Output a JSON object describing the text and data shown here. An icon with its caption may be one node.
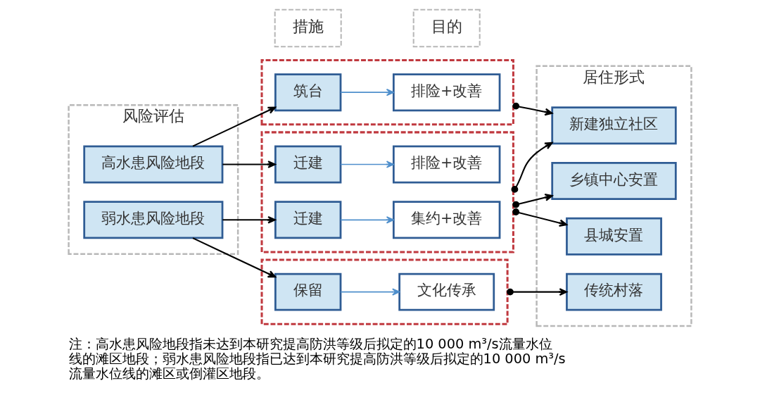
{
  "diagram": {
    "caption": "注：高水患风险地段指未达到本研究提高防洪等级后拟定的10 000 m³/s流量水位线的滩区地段；弱水患风险地段指已达到本研究提高防洪等级后拟定的10 000 m³/s流量水位线的滩区或倒灌区地段。",
    "nodes": [
      {
        "text": [
          "风险评估"
        ]
      },
      {
        "text": [
          "高水患风险地段"
        ],
        "in": 0
      },
      {
        "text": [
          "弱水患风险地段"
        ],
        "in": 0
      },
      {
        "text": [
          "措施"
        ]
      },
      {
        "text": [
          "目的"
        ]
      },
      {
        "text": [],
        "shape": "box"
      },
      {
        "text": [
          "筑台"
        ],
        "in": 5
      },
      {
        "text": [
          "排险+改善"
        ],
        "in": 5
      },
      {
        "text": [],
        "shape": "box"
      },
      {
        "text": [
          "迁建"
        ],
        "in": 8
      },
      {
        "text": [
          "排险+改善"
        ],
        "in": 8
      },
      {
        "text": [
          "迁建"
        ],
        "in": 8
      },
      {
        "text": [
          "集约+改善"
        ],
        "in": 8
      },
      {
        "text": [],
        "shape": "box"
      },
      {
        "text": [
          "保留"
        ],
        "in": 13
      },
      {
        "text": [
          "文化传承"
        ],
        "in": 13
      },
      {
        "text": [
          "居住形式"
        ]
      },
      {
        "text": [
          "新建独立社区"
        ],
        "in": 16
      },
      {
        "text": [
          "乡镇中心安置"
        ],
        "in": 16
      },
      {
        "text": [
          "县城安置"
        ],
        "in": 16
      },
      {
        "text": [
          "传统村落"
        ],
        "in": 16
      }
    ],
    "edges": [
      {
        "from": 1,
        "to": 6,
        "arrow": "to"
      },
      {
        "from": 1,
        "to": 9,
        "arrow": "to"
      },
      {
        "from": 2,
        "to": 11,
        "arrow": "to"
      },
      {
        "from": 2,
        "to": 14,
        "arrow": "to"
      },
      {
        "from": 6,
        "to": 7,
        "arrow": "to",
        "color": "#4f8fcc"
      },
      {
        "from": 9,
        "to": 10,
        "arrow": "to",
        "color": "#4f8fcc"
      },
      {
        "from": 11,
        "to": 12,
        "arrow": "to",
        "color": "#4f8fcc"
      },
      {
        "from": 14,
        "to": 15,
        "arrow": "to",
        "color": "#4f8fcc"
      },
      {
        "from": 5,
        "to": 17,
        "arrow": "to"
      },
      {
        "from": 8,
        "to": 17,
        "arrow": "to"
      },
      {
        "from": 8,
        "to": 18,
        "arrow": "to"
      },
      {
        "from": 8,
        "to": 19,
        "arrow": "to"
      },
      {
        "from": 13,
        "to": 20,
        "arrow": "to"
      }
    ]
  }
}
